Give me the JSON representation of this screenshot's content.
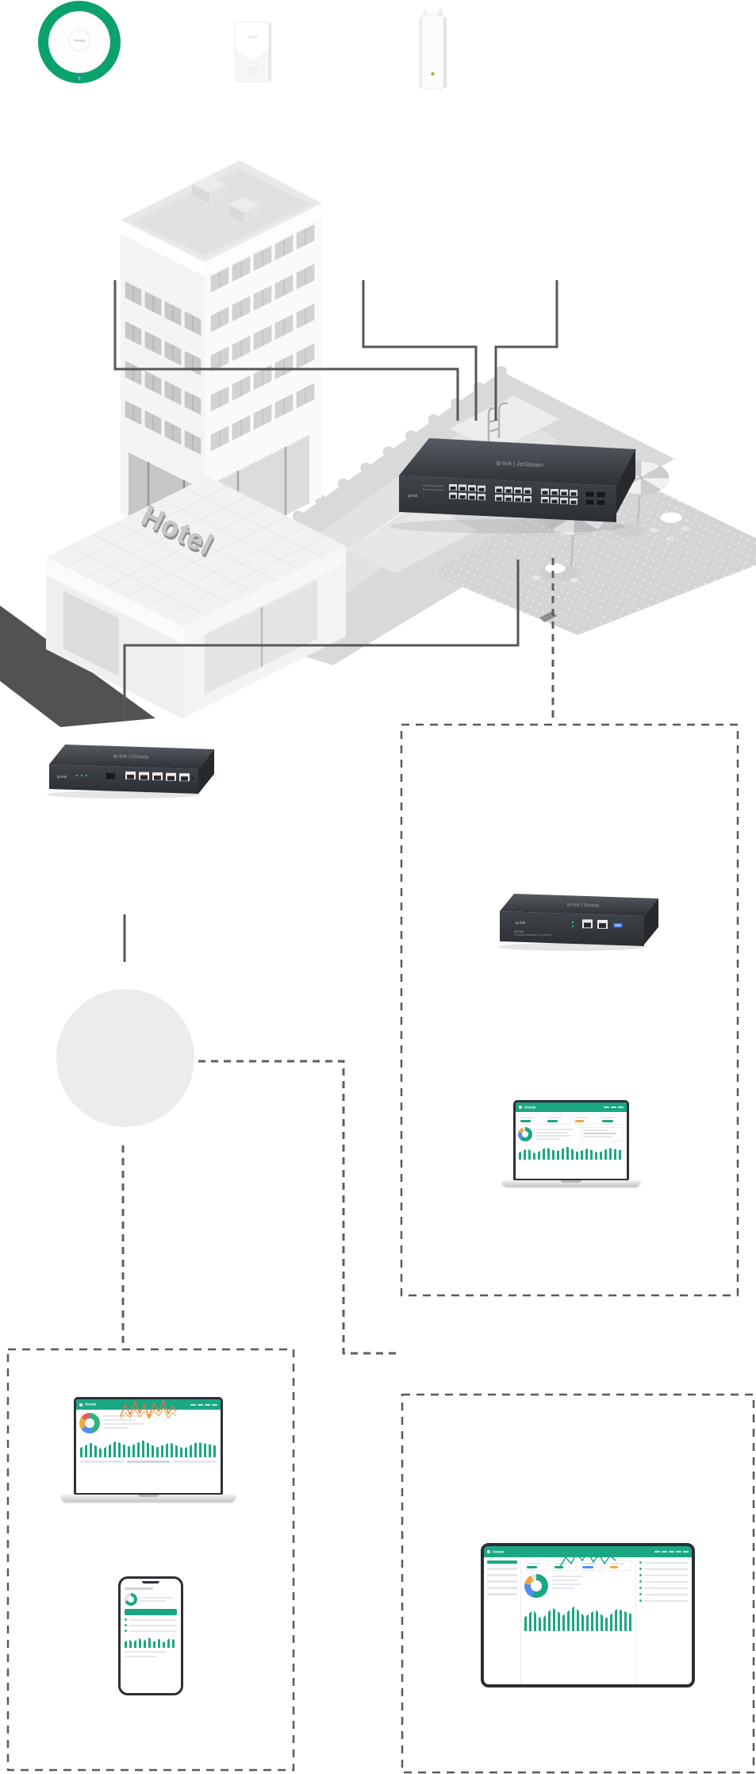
{
  "brand": {
    "tplink": "tp-link",
    "omada": "Omada"
  },
  "colors": {
    "accent_green": "#0BA26B",
    "dashboard_teal": "#1BA784",
    "solid_line": "#575757",
    "dashed_line": "#5F5F5F",
    "device_body": "#34383D"
  },
  "top_devices": {
    "ceiling_ap_label": "Omada",
    "wall_ap_brand": "tp-link"
  },
  "scene": {
    "hotel_sign": "Hotel"
  },
  "network_devices": {
    "switch": {
      "top_label": "tp-link | JetStream",
      "front_brand": "tp-link"
    },
    "router": {
      "top_label": "tp-link | Omada",
      "front_brand": "tp-link"
    },
    "controller": {
      "top_label": "tp-link | Omada",
      "front_brand": "tp-link",
      "model": "OC300",
      "product_name": "Omada Hardware Controller"
    }
  },
  "screens": {
    "dashboard_brand": "Omada"
  },
  "topology": {
    "nodes": [
      "ceiling-mount-access-point",
      "wall-plate-access-point",
      "outdoor-access-point",
      "hotel-building",
      "poe-switch",
      "vpn-router",
      "hardware-controller",
      "cloud",
      "management-laptop",
      "monitoring-laptop",
      "omada-app-phone",
      "management-tablet"
    ],
    "solid_links": [
      [
        "ceiling-mount-access-point",
        "poe-switch"
      ],
      [
        "wall-plate-access-point",
        "poe-switch"
      ],
      [
        "outdoor-access-point",
        "poe-switch"
      ],
      [
        "poe-switch",
        "vpn-router"
      ],
      [
        "vpn-router",
        "cloud"
      ]
    ],
    "dashed_links": [
      [
        "pool-area",
        "controller-box"
      ],
      [
        "cloud",
        "tablet-box"
      ],
      [
        "cloud",
        "laptop-phone-box"
      ]
    ]
  }
}
